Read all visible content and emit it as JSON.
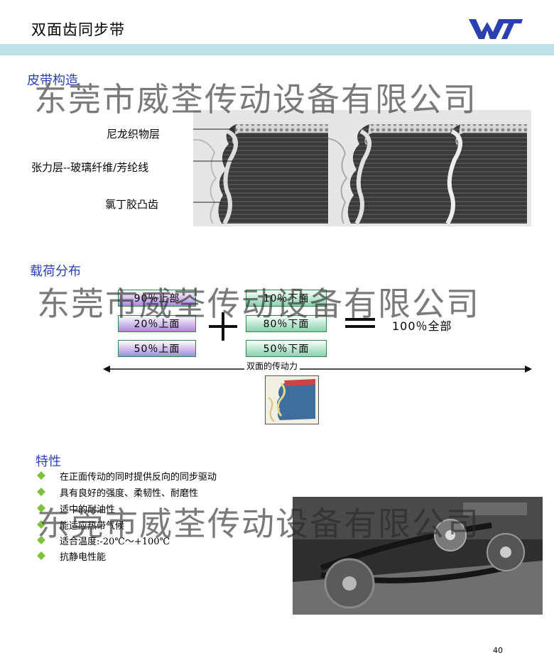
{
  "header": {
    "title": "双面齿同步带",
    "logo_text": "WT"
  },
  "watermark": {
    "text": "东莞市威荃传动设备有限公司"
  },
  "structure": {
    "heading": "皮带构造",
    "labels": [
      "尼龙织物层",
      "张力层--玻璃纤维/芳纶线",
      "氯丁胶凸齿"
    ]
  },
  "load": {
    "heading": "载荷分布",
    "left_boxes": [
      "90％上部",
      "20％上面",
      "50％上面"
    ],
    "right_boxes": [
      "10％下面",
      "80％下面",
      "50％下面"
    ],
    "result": "100％全部",
    "arrow_label": "双面的传动力"
  },
  "features": {
    "heading": "特性",
    "items": [
      "在正面传动的同时提供反向的同步驱动",
      "具有良好的强度、柔韧性、耐磨性",
      "适中的耐油性",
      "能适应热带气候",
      "适合温度:-20℃～+100℃",
      "抗静电性能"
    ]
  },
  "page_number": "40",
  "colors": {
    "band": "#bfe1e8",
    "heading": "#2b3fbf",
    "bullet": "#7dc23a",
    "logo": "#2a3fb0"
  }
}
